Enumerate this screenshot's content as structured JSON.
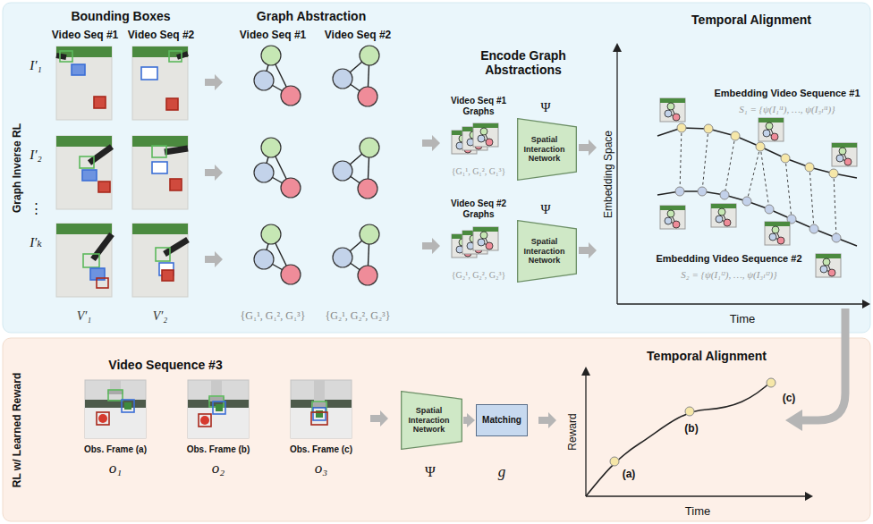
{
  "diagram": {
    "nodes": [
      {
        "text": [
          "Graph Inverse RL"
        ]
      },
      {
        "text": [
          "RL w/ Learned Reward"
        ]
      },
      {
        "text": [
          "Spatial Interaction Network"
        ],
        "in": 0
      },
      {
        "text": [
          "Spatial Interaction Network"
        ],
        "in": 0
      },
      {
        "text": [
          "Spatial Interaction Network"
        ],
        "in": 1
      },
      {
        "text": [
          "Matching"
        ],
        "in": 1
      }
    ],
    "edges": [
      {
        "from": 4,
        "to": 5,
        "arrow": "to"
      }
    ],
    "labels": [
      "Bounding Boxes",
      "Video Seq #1",
      "Video Seq #2",
      "Graph Abstraction",
      "Video Seq #1",
      "Video Seq #2",
      "Encode Graph Abstractions",
      "Temporal Alignment",
      "I′₁",
      "I′₂",
      "⋮",
      "I′ₖ",
      "V′₁",
      "V′₂",
      "{G₁¹, G₁², G₁³}",
      "{G₂¹, G₂², G₂³}",
      "Video Seq #1 Graphs",
      "{G₁¹, G₁², G₁³}",
      "Video Seq #2 Graphs",
      "{G₂¹, G₂², G₂³}",
      "Ψ",
      "Ψ",
      "Embedding Space",
      "Time",
      "Embedding Video Sequence #1",
      "S₁ = {ψ(I₁ˡ¹), …, ψ(I₃ₗˡ¹)}",
      "Embedding Video Sequence #2",
      "S₂ = {ψ(I₁ˡ²), …, ψ(I₃ₗˡ²)}",
      "Video Sequence #3",
      "Obs. Frame (a)",
      "Obs. Frame (b)",
      "Obs. Frame (c)",
      "o₁",
      "o₂",
      "o₃",
      "Ψ",
      "g",
      "Temporal Alignment",
      "Reward",
      "Time",
      "(a)",
      "(b)",
      "(c)"
    ]
  }
}
